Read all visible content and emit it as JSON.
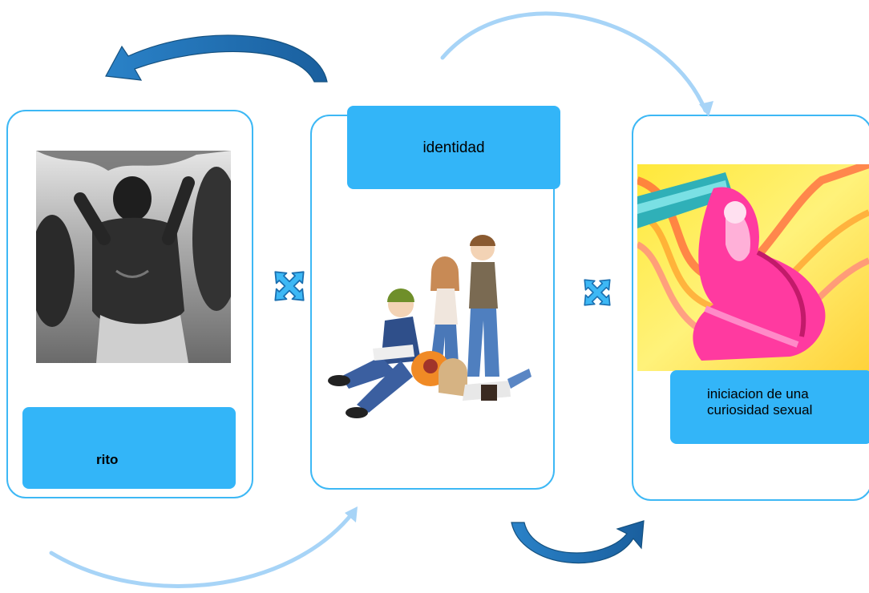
{
  "colors": {
    "accent": "#33b5f8",
    "border": "#3db8f5",
    "arrow_dark": "#1a6fb0",
    "arrow_light": "#a7d4f7"
  },
  "panels": [
    {
      "label": "rito",
      "image": "tribal-ritual-photo"
    },
    {
      "label": "identidad",
      "image": "teenagers-group-illustration"
    },
    {
      "label": "iniciacion de una curiosidad sexual",
      "label_lines": [
        "iniciacion de una",
        "curiosidad sexual"
      ],
      "image": "abstract-embrace-painting"
    }
  ],
  "connectors": [
    "cross-arrows-icon",
    "cross-arrows-icon"
  ],
  "cycle_arrows": [
    "curved-arrow-dark",
    "curved-arrow-light",
    "curved-arrow-light",
    "curved-arrow-dark"
  ]
}
